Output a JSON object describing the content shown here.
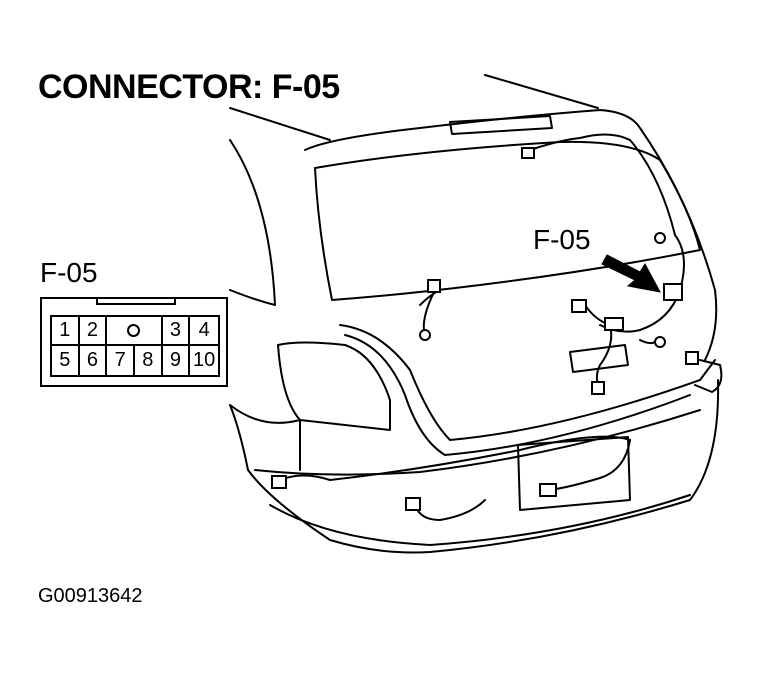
{
  "title": "CONNECTOR: F-05",
  "inset_label": "F-05",
  "callout_label": "F-05",
  "figure_id": "G00913642",
  "pins": {
    "top": [
      "1",
      "2",
      "",
      "3",
      "4"
    ],
    "bottom": [
      "5",
      "6",
      "7",
      "8",
      "9",
      "10"
    ]
  }
}
